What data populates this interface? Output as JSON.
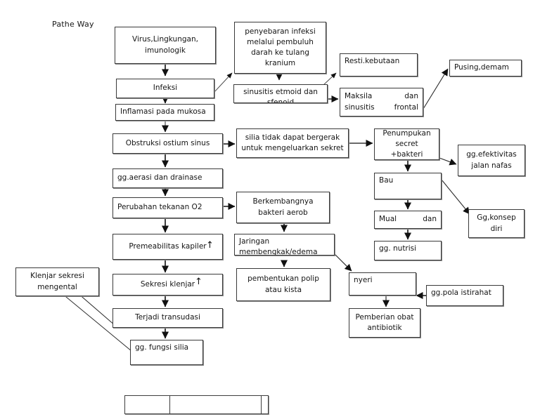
{
  "diagram": {
    "title": "Pathe Way",
    "type": "flowchart",
    "theme": {
      "box_border": "#3a3a3a",
      "text": "#141414",
      "edge": "#111111",
      "background": "#ffffff"
    },
    "nodes": [
      {
        "id": "n_virus",
        "label": "Virus,Lingkungan,\nimunologik",
        "align": "center"
      },
      {
        "id": "n_penyebaran",
        "label": "penyebaran infeksi\nmelalui pembuluh\ndarah ke tulang\nkranium",
        "align": "center"
      },
      {
        "id": "n_resti",
        "label": "Resti.kebutaan",
        "align": "left"
      },
      {
        "id": "n_pusing",
        "label": "Pusing,demam",
        "align": "left"
      },
      {
        "id": "n_infeksi",
        "label": "Infeksi",
        "align": "center"
      },
      {
        "id": "n_sinusitis",
        "label": "sinusitis etmoid dan\nsfenoid",
        "align": "center"
      },
      {
        "id": "n_maksila",
        "label": "Maksila                    dan\nsinusitis frontal",
        "align": "left"
      },
      {
        "id": "n_inflamasi",
        "label": "Inflamasi pada mukosa",
        "align": "left"
      },
      {
        "id": "n_obstruksi",
        "label": "Obstruksi ostium sinus",
        "align": "center"
      },
      {
        "id": "n_silia",
        "label": "silia tidak dapat bergerak\nuntuk mengeluarkan sekret",
        "align": "center"
      },
      {
        "id": "n_penumpukan",
        "label": "Penumpukan\nsecret +bakteri",
        "align": "center"
      },
      {
        "id": "n_efektivitas",
        "label": "gg.efektivitas\njalan nafas",
        "align": "center"
      },
      {
        "id": "n_aerasi",
        "label": "gg.aerasi dan drainase",
        "align": "left"
      },
      {
        "id": "n_bau",
        "label": "Bau",
        "align": "left"
      },
      {
        "id": "n_perubahan",
        "label": "Perubahan tekanan O2",
        "align": "left"
      },
      {
        "id": "n_berkembang",
        "label": "Berkembangnya\nbakteri aerob",
        "align": "center"
      },
      {
        "id": "n_mual",
        "label": "Mual                    dan",
        "align": "left"
      },
      {
        "id": "n_konsep",
        "label": "Gg,konsep\ndiri",
        "align": "center"
      },
      {
        "id": "n_premea",
        "label": "Premeabilitas kapiler",
        "align": "center"
      },
      {
        "id": "n_jaringan",
        "label": "Jaringan\nmembengkak/edema",
        "align": "left"
      },
      {
        "id": "n_nutrisi",
        "label": "gg. nutrisi",
        "align": "left"
      },
      {
        "id": "n_klenjarsek",
        "label": "Klenjar sekresi\nmengental",
        "align": "center"
      },
      {
        "id": "n_sekresi",
        "label": "Sekresi klenjar",
        "align": "center"
      },
      {
        "id": "n_polip",
        "label": "pembentukan polip\natau kista",
        "align": "center"
      },
      {
        "id": "n_nyeri",
        "label": "nyeri",
        "align": "left"
      },
      {
        "id": "n_istirahat",
        "label": "gg.pola istirahat",
        "align": "left"
      },
      {
        "id": "n_transudasi",
        "label": "Terjadi transudasi",
        "align": "center"
      },
      {
        "id": "n_fungsisilia",
        "label": "gg. fungsi silia",
        "align": "left"
      },
      {
        "id": "n_antibiotik",
        "label": "Pemberian obat\nantibiotik",
        "align": "center"
      }
    ],
    "inline_markers": [
      {
        "id": "m_premea",
        "glyph": "↑",
        "for": "n_premea"
      },
      {
        "id": "m_sekresi",
        "glyph": "↑",
        "for": "n_sekresi"
      }
    ],
    "edges": [
      {
        "from": "n_virus",
        "to": "n_infeksi"
      },
      {
        "from": "n_infeksi",
        "to": "n_penyebaran"
      },
      {
        "from": "n_infeksi",
        "to": "n_inflamasi"
      },
      {
        "from": "n_penyebaran",
        "to": "n_sinusitis"
      },
      {
        "from": "n_sinusitis",
        "to": "n_resti"
      },
      {
        "from": "n_sinusitis",
        "to": "n_maksila"
      },
      {
        "from": "n_maksila",
        "to": "n_pusing"
      },
      {
        "from": "n_inflamasi",
        "to": "n_obstruksi"
      },
      {
        "from": "n_obstruksi",
        "to": "n_silia"
      },
      {
        "from": "n_obstruksi",
        "to": "n_aerasi"
      },
      {
        "from": "n_silia",
        "to": "n_penumpukan"
      },
      {
        "from": "n_penumpukan",
        "to": "n_efektivitas"
      },
      {
        "from": "n_penumpukan",
        "to": "n_bau"
      },
      {
        "from": "n_aerasi",
        "to": "n_perubahan"
      },
      {
        "from": "n_perubahan",
        "to": "n_berkembang"
      },
      {
        "from": "n_perubahan",
        "to": "n_premea"
      },
      {
        "from": "n_bau",
        "to": "n_mual"
      },
      {
        "from": "n_bau",
        "to": "n_konsep"
      },
      {
        "from": "n_mual",
        "to": "n_nutrisi"
      },
      {
        "from": "n_berkembang",
        "to": "n_jaringan"
      },
      {
        "from": "n_jaringan",
        "to": "n_polip"
      },
      {
        "from": "n_jaringan",
        "to": "n_nyeri"
      },
      {
        "from": "n_premea",
        "to": "n_sekresi"
      },
      {
        "from": "n_sekresi",
        "to": "n_transudasi"
      },
      {
        "from": "n_transudasi",
        "to": "n_klenjarsek"
      },
      {
        "from": "n_transudasi",
        "to": "n_fungsisilia"
      },
      {
        "from": "n_fungsisilia",
        "to": "n_klenjarsek"
      },
      {
        "from": "n_nyeri",
        "to": "n_antibiotik"
      },
      {
        "from": "n_istirahat",
        "to": "n_nyeri"
      }
    ],
    "footer_table": {
      "cells": [
        "",
        "",
        ""
      ]
    }
  }
}
